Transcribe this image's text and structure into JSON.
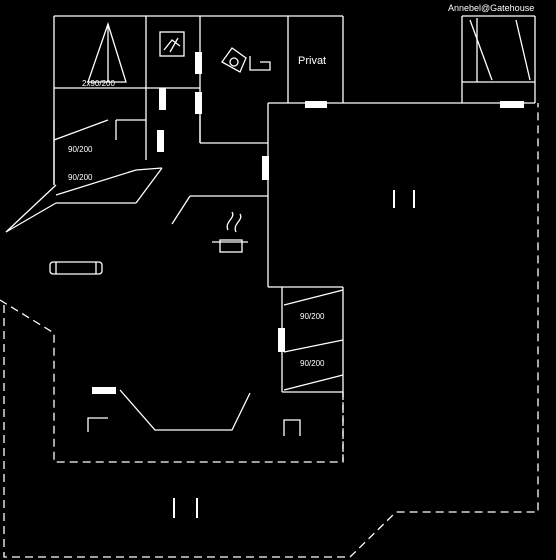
{
  "header": {
    "title": "Annebel@Gatehouse"
  },
  "rooms": {
    "bed_top_left": {
      "label": "2x90/200"
    },
    "bunk_left_top": {
      "label": "90/200"
    },
    "bunk_left_bottom": {
      "label": "90/200"
    },
    "bunk_right_top": {
      "label": "90/200"
    },
    "bunk_right_bottom": {
      "label": "90/200"
    },
    "utility": {
      "label": "Privat"
    }
  },
  "icons": [
    "shower-icon",
    "toilet-icon",
    "sink-icon",
    "cooking-pot-icon",
    "sofa-icon",
    "bed-icon"
  ]
}
